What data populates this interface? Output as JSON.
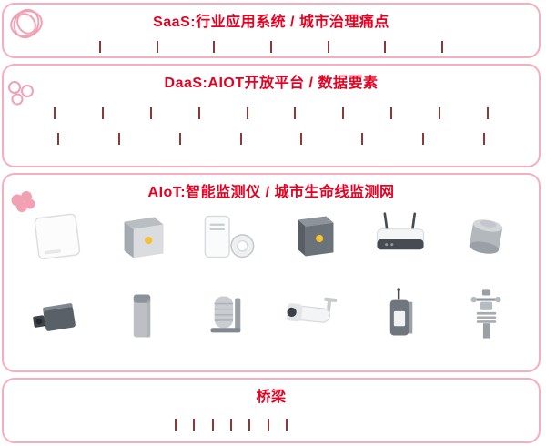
{
  "colors": {
    "border-pink": "#f6aebe",
    "title-red": "#e60021",
    "tick-red": "#8e3838",
    "doodle-pink": "#f2a0b4"
  },
  "sections": {
    "saas": {
      "title": "SaaS:行业应用系统 / 城市治理痛点",
      "tick_count": 7
    },
    "daas": {
      "title": "DaaS:AIOT开放平台 / 数据要素",
      "tick_row_1": 10,
      "tick_row_2": 8
    },
    "aiot": {
      "title": "AIoT:智能监测仪 / 城市生命线监测网",
      "devices_row_1": [
        "white-gateway-box-icon",
        "vibration-sensor-icon",
        "air-quality-monitor-icon",
        "dark-vibration-sensor-icon",
        "wireless-router-icon",
        "cylindrical-sensor-icon"
      ],
      "devices_row_2": [
        "camera-module-icon",
        "column-sensor-icon",
        "strobe-alarm-icon",
        "bullet-camera-icon",
        "pole-gateway-icon",
        "weather-station-icon"
      ]
    },
    "bridge": {
      "title": "桥梁",
      "tick_count": 7
    }
  }
}
